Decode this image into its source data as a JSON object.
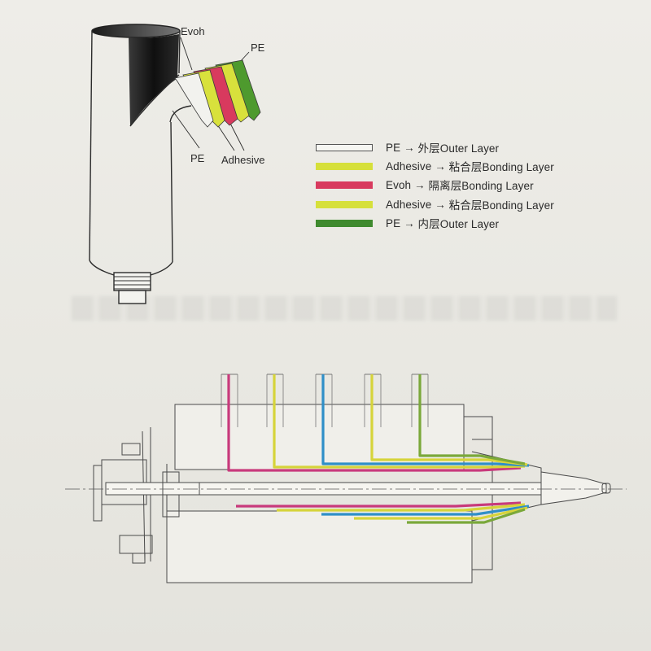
{
  "tube_labels": {
    "evoh": "Evoh",
    "pe_outer": "PE",
    "pe_inner": "PE",
    "adhesive": "Adhesive"
  },
  "legend": [
    {
      "material": "PE",
      "arrow": "→",
      "description": "外层Outer Layer",
      "color": "#ffffff",
      "swatch": "outlined"
    },
    {
      "material": "Adhesive",
      "arrow": "→",
      "description": "粘合层Bonding Layer",
      "color": "#d6e03a",
      "swatch": "filled"
    },
    {
      "material": "Evoh",
      "arrow": "→",
      "description": "隔离层Bonding Layer",
      "color": "#d83a5e",
      "swatch": "filled"
    },
    {
      "material": "Adhesive",
      "arrow": "→",
      "description": "粘合层Bonding Layer",
      "color": "#d6e03a",
      "swatch": "filled"
    },
    {
      "material": "PE",
      "arrow": "→",
      "description": "内层Outer Layer",
      "color": "#3f8a2e",
      "swatch": "filled"
    }
  ],
  "die_channel_colors": {
    "channel_1": "#c83a7c",
    "channel_2": "#d6d43a",
    "channel_3": "#2f8fc8",
    "channel_4": "#d6d43a",
    "channel_5": "#7aa83a"
  }
}
